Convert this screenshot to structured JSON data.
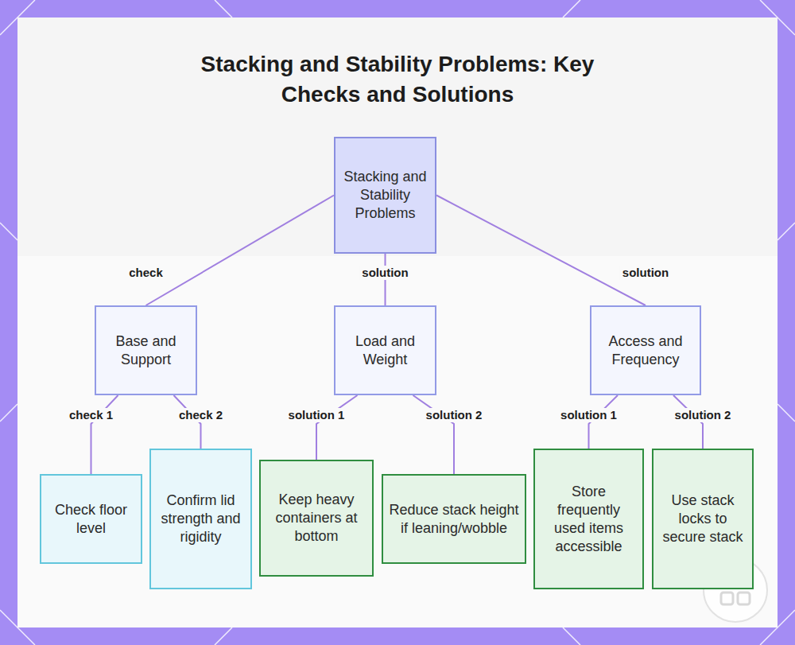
{
  "diagram": {
    "title": "Stacking and Stability Problems: Key Checks and Solutions",
    "nodes": [
      {
        "text": [
          "Stacking and Stability Problems"
        ]
      },
      {
        "text": [
          "Base and Support"
        ]
      },
      {
        "text": [
          "Load and Weight"
        ]
      },
      {
        "text": [
          "Access and Frequency"
        ]
      },
      {
        "text": [
          "Check floor level"
        ]
      },
      {
        "text": [
          "Confirm lid strength and rigidity"
        ]
      },
      {
        "text": [
          "Keep heavy containers at bottom"
        ]
      },
      {
        "text": [
          "Reduce stack height if leaning/wobble"
        ]
      },
      {
        "text": [
          "Store frequently used items accessible"
        ]
      },
      {
        "text": [
          "Use stack locks to secure stack"
        ]
      }
    ],
    "edges": [
      {
        "from": 0,
        "to": 1,
        "label": "check",
        "arrow": "none"
      },
      {
        "from": 0,
        "to": 2,
        "label": "solution",
        "arrow": "none"
      },
      {
        "from": 0,
        "to": 3,
        "label": "solution",
        "arrow": "none"
      },
      {
        "from": 1,
        "to": 4,
        "label": "check 1",
        "arrow": "none"
      },
      {
        "from": 1,
        "to": 5,
        "label": "check 2",
        "arrow": "none"
      },
      {
        "from": 2,
        "to": 6,
        "label": "solution 1",
        "arrow": "none"
      },
      {
        "from": 2,
        "to": 7,
        "label": "solution 2",
        "arrow": "none"
      },
      {
        "from": 3,
        "to": 8,
        "label": "solution 1",
        "arrow": "none"
      },
      {
        "from": 3,
        "to": 9,
        "label": "solution 2",
        "arrow": "none"
      }
    ]
  }
}
